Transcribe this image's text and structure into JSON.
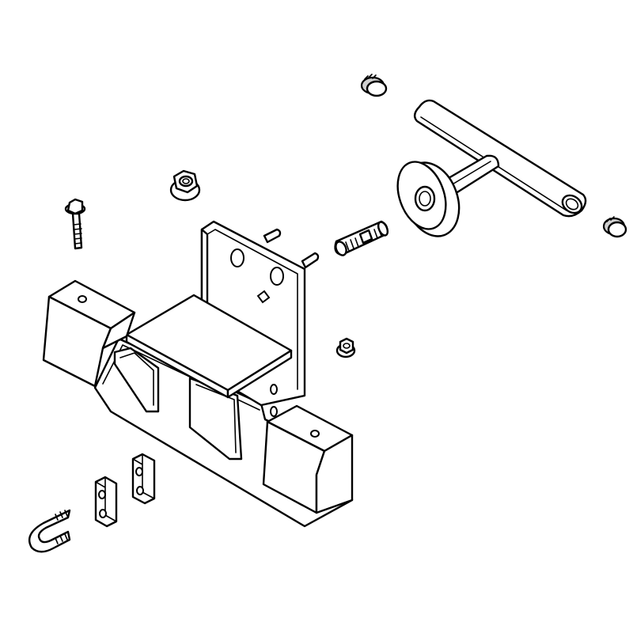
{
  "diagram": {
    "kind": "exploded-parts-view",
    "line_color": "#000000",
    "background": "#ffffff",
    "parts": [
      "flange-bolt",
      "flange-nut",
      "main-bracket",
      "top-plate",
      "left-bumper-block",
      "right-bumper-block",
      "u-bolt",
      "clamp-plate-left",
      "clamp-plate-right",
      "threaded-stud",
      "small-flange-nut",
      "end-cap-top",
      "end-cap-right",
      "t-handle",
      "t-handle-washer"
    ]
  }
}
